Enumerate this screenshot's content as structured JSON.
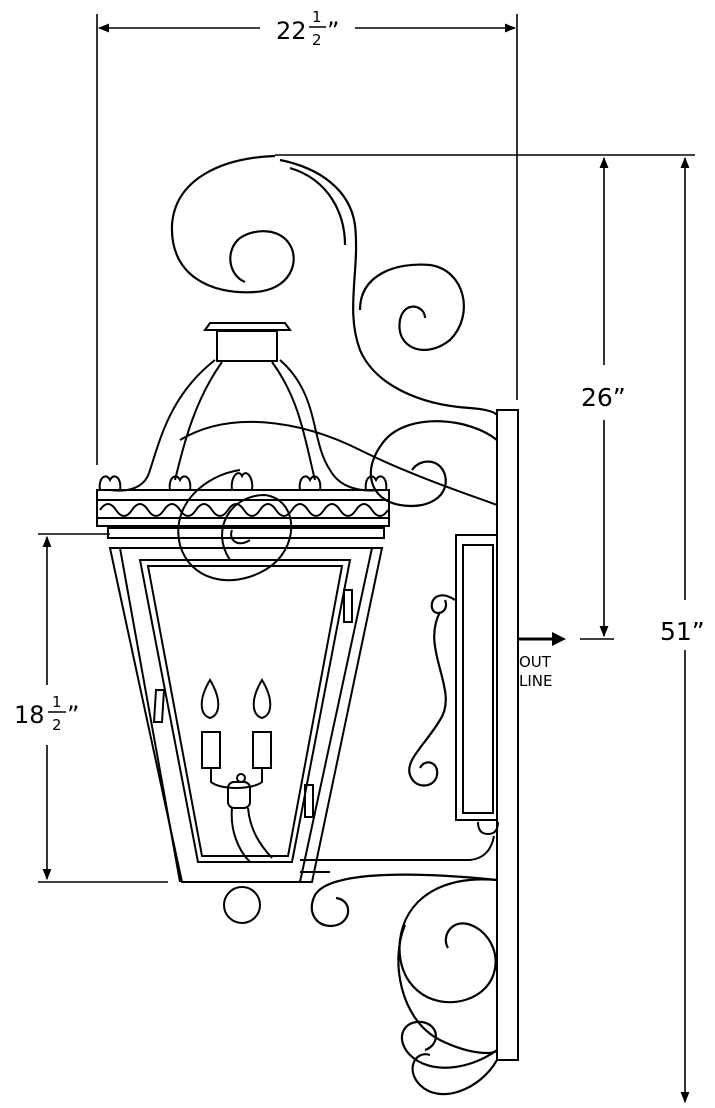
{
  "dimensions": {
    "width": {
      "whole": "22",
      "num": "1",
      "den": "2",
      "quote": "”"
    },
    "wall_to_outlet": {
      "text": "26”"
    },
    "overall_height": {
      "text": "51”"
    },
    "lantern_height": {
      "whole": "18",
      "num": "1",
      "den": "2",
      "quote": "”"
    }
  },
  "labels": {
    "out_line_1": "OUT",
    "out_line_2": "LINE"
  }
}
